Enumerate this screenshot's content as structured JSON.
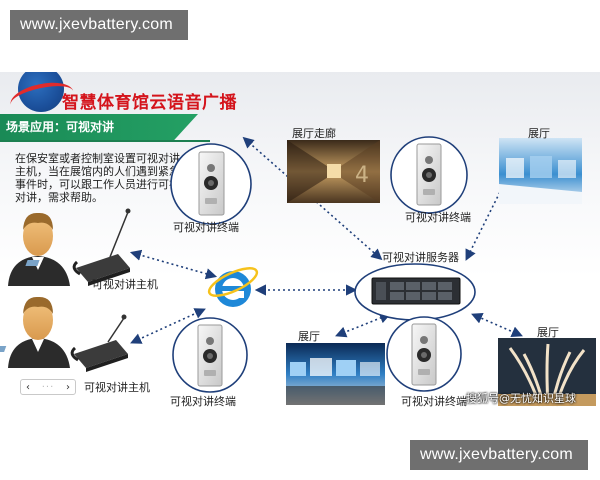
{
  "watermark": {
    "top": "www.jxevbattery.com",
    "bottom": "www.jxevbattery.com"
  },
  "slide": {
    "title": "智慧体育馆云语音广播",
    "scene_label": "场景应用：可视对讲",
    "description": "在保安室或者控制室设置可视对讲主机，当在展馆内的人们遇到紧急事件时，可以跟工作人员进行可视对讲，需求帮助。"
  },
  "nodes": {
    "hall_corridor": "展厅走廊",
    "hall_top_right": "展厅",
    "hall_bottom_mid": "展厅",
    "hall_bottom_right": "展厅",
    "server": "可视对讲服务器",
    "terminal_top_left": "可视对讲终端",
    "terminal_top_right": "可视对讲终端",
    "terminal_bottom_left": "可视对讲终端",
    "terminal_bottom_right": "可视对讲终端",
    "host_top": "可视对讲主机",
    "host_bottom": "可视对讲主机"
  },
  "pager": {
    "prev": "‹",
    "next": "›"
  },
  "credit": "搜狐号@无忧知识星球",
  "colors": {
    "title_red": "#d4141c",
    "scene_green": "#1a8a56",
    "arrow_blue": "#1f3f7a"
  }
}
